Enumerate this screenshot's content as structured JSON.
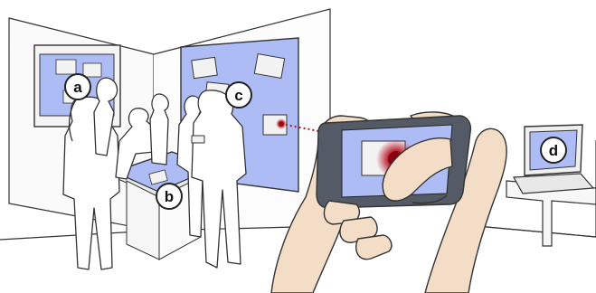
{
  "callouts": {
    "a": "a",
    "b": "b",
    "c": "c",
    "d": "d"
  },
  "colors": {
    "screen": "#aebcf6",
    "screen_dark": "#93a5ee",
    "line": "#222222",
    "pointer": "#b31a2a",
    "paper": "#f2f2f2",
    "skin": "#f4ddc7"
  }
}
